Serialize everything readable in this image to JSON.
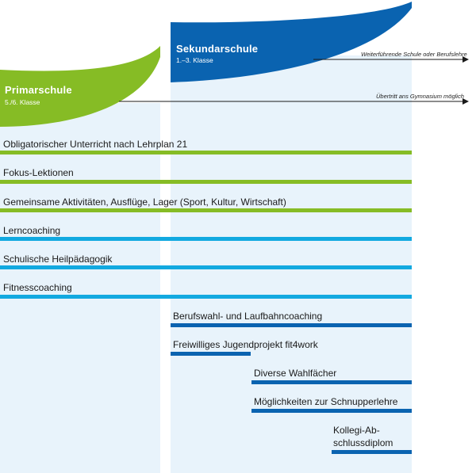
{
  "colors": {
    "primary_green": "#86bc25",
    "secondary_blue": "#0a63b0",
    "cyan": "#12a9e0",
    "column_bg": "#e8f3fb"
  },
  "stages": {
    "primar": {
      "title": "Primarschule",
      "subtitle": "5./6. Klasse"
    },
    "sekundar": {
      "title": "Sekundarschule",
      "subtitle": "1.–3. Klasse"
    }
  },
  "arrows": {
    "weiterfuehrend": "Weiterführende Schule oder Berufslehre",
    "uebertritt": "Übertritt ans Gymnasium möglich"
  },
  "offers": [
    {
      "id": "obligatorisch",
      "label": "Obligatorischer Unterricht nach Lehrplan 21",
      "color": "green",
      "span": "primar-sekundar"
    },
    {
      "id": "fokus",
      "label": "Fokus-Lektionen",
      "color": "green",
      "span": "primar-sekundar"
    },
    {
      "id": "aktivitaeten",
      "label": "Gemeinsame Aktivitäten, Ausflüge, Lager (Sport, Kultur, Wirtschaft)",
      "color": "green",
      "span": "primar-sekundar"
    },
    {
      "id": "lerncoaching",
      "label": "Lerncoaching",
      "color": "cyan",
      "span": "primar-sekundar"
    },
    {
      "id": "heilpaedagogik",
      "label": "Schulische Heilpädagogik",
      "color": "cyan",
      "span": "primar-sekundar"
    },
    {
      "id": "fitness",
      "label": "Fitnesscoaching",
      "color": "cyan",
      "span": "primar-sekundar"
    },
    {
      "id": "berufswahl",
      "label": "Berufswahl- und Laufbahncoaching",
      "color": "blue",
      "span": "sekundar"
    },
    {
      "id": "jugendprojekt",
      "label": "Freiwilliges Jugendprojekt fit4work",
      "color": "blue",
      "span": "sekundar-1"
    },
    {
      "id": "wahlfaecher",
      "label": "Diverse Wahlfächer",
      "color": "blue",
      "span": "sekundar-2-3"
    },
    {
      "id": "schnupperlehre",
      "label": "Möglichkeiten zur Schnupperlehre",
      "color": "blue",
      "span": "sekundar-2-3"
    },
    {
      "id": "kollegi_1",
      "label": "Kollegi-Ab-",
      "color": "blue",
      "span": "sekundar-3"
    },
    {
      "id": "kollegi_2",
      "label": "schlussdiplom",
      "color": "blue",
      "span": "sekundar-3"
    }
  ]
}
